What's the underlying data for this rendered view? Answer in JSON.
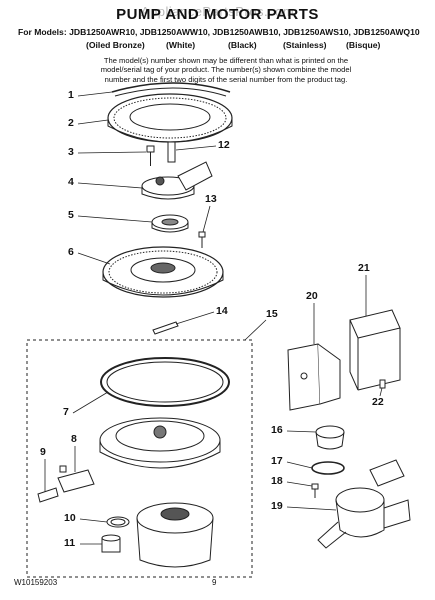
{
  "header": {
    "watermark": "AppliancePartsPros.com",
    "title": "PUMP AND MOTOR PARTS",
    "models_line": "For Models: JDB1250AWR10, JDB1250AWW10, JDB1250AWB10, JDB1250AWS10, JDB1250AWQ10",
    "finishes": [
      "(Oiled Bronze)",
      "(White)",
      "(Black)",
      "(Stainless)",
      "(Bisque)"
    ]
  },
  "note": {
    "line1": "The model(s) number shown may be different than what is printed on the",
    "line2": "model/serial tag of your product. The number(s) shown combine the model",
    "line3": "number and the first two digits of the serial number from the product tag."
  },
  "callouts": [
    "1",
    "2",
    "3",
    "4",
    "5",
    "6",
    "7",
    "8",
    "9",
    "10",
    "11",
    "12",
    "13",
    "14",
    "15",
    "16",
    "17",
    "18",
    "19",
    "20",
    "21",
    "22"
  ],
  "footer": {
    "doc_number": "W10159203",
    "page_number": "9"
  }
}
